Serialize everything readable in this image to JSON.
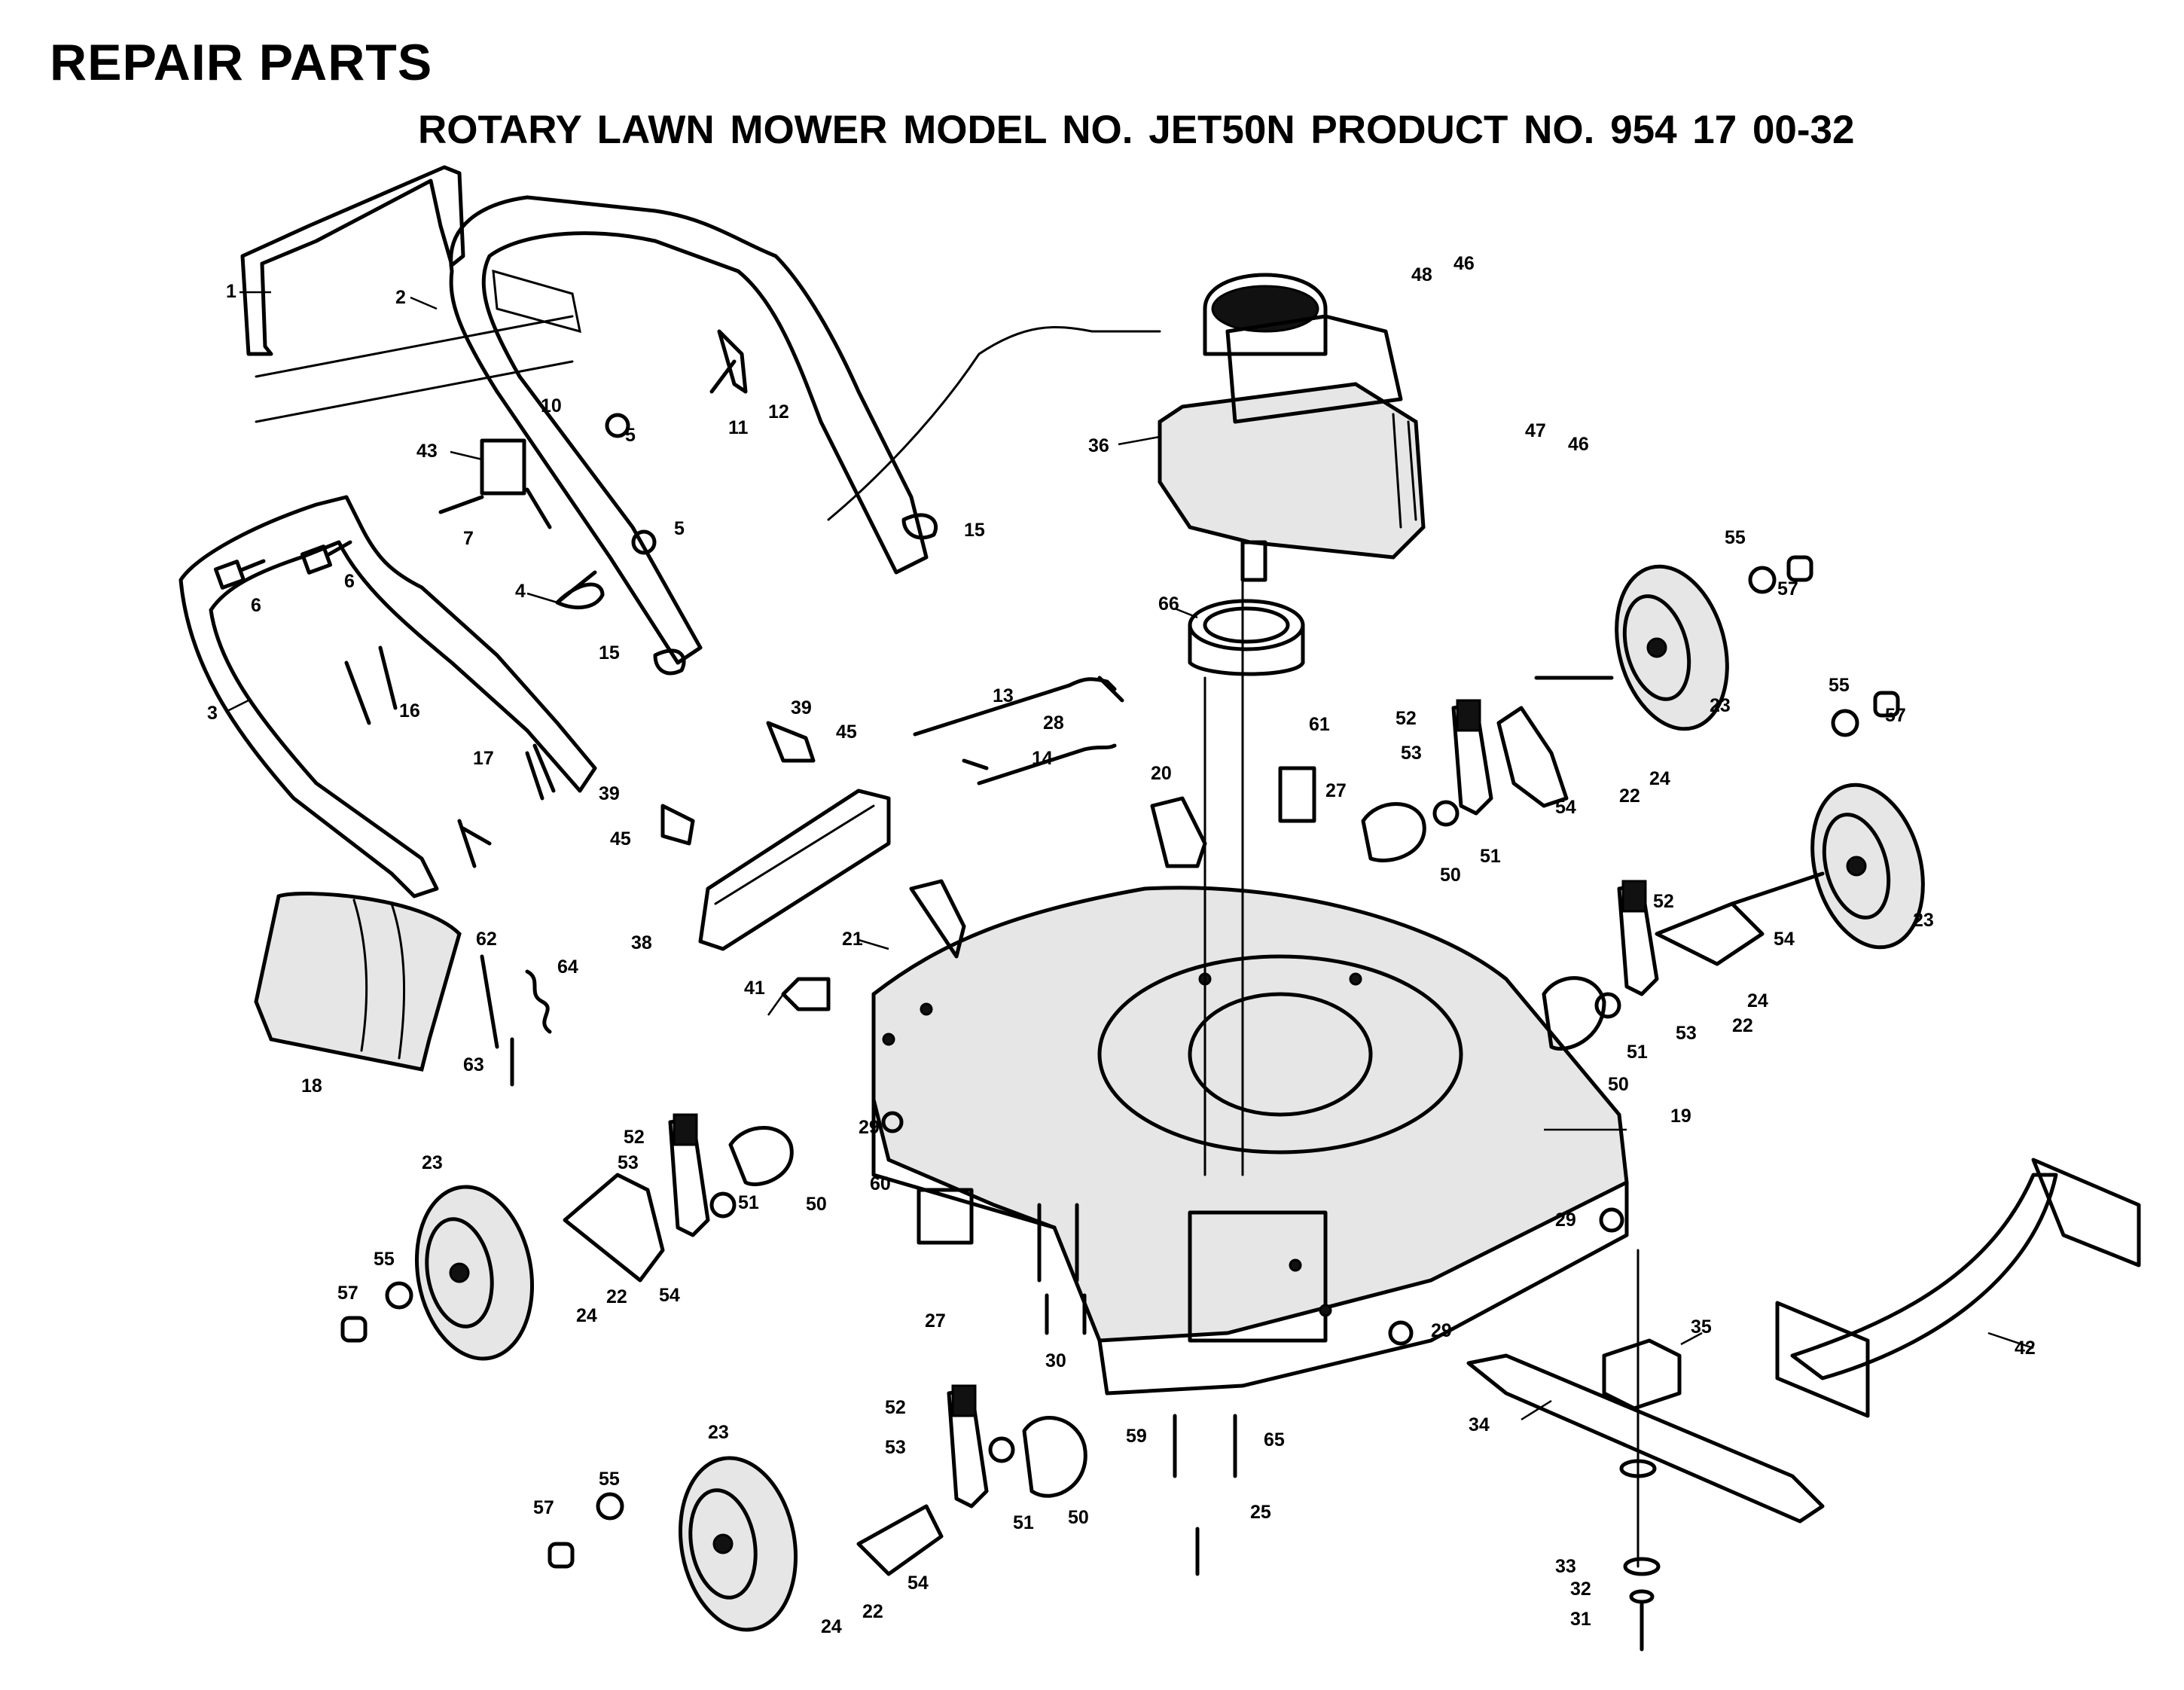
{
  "header": {
    "title": "REPAIR PARTS",
    "subtitle": "ROTARY LAWN MOWER MODEL NO. JET50N PRODUCT NO.  954 17 00-32"
  },
  "diagram": {
    "labels": [
      {
        "id": "1",
        "text": "1"
      },
      {
        "id": "2",
        "text": "2"
      },
      {
        "id": "3",
        "text": "3"
      },
      {
        "id": "4",
        "text": "4"
      },
      {
        "id": "5",
        "text": "5"
      },
      {
        "id": "6",
        "text": "6"
      },
      {
        "id": "7",
        "text": "7"
      },
      {
        "id": "10",
        "text": "10"
      },
      {
        "id": "11",
        "text": "11"
      },
      {
        "id": "12",
        "text": "12"
      },
      {
        "id": "13",
        "text": "13"
      },
      {
        "id": "14",
        "text": "14"
      },
      {
        "id": "15",
        "text": "15"
      },
      {
        "id": "16",
        "text": "16"
      },
      {
        "id": "17",
        "text": "17"
      },
      {
        "id": "18",
        "text": "18"
      },
      {
        "id": "19",
        "text": "19"
      },
      {
        "id": "20",
        "text": "20"
      },
      {
        "id": "21",
        "text": "21"
      },
      {
        "id": "22",
        "text": "22"
      },
      {
        "id": "23",
        "text": "23"
      },
      {
        "id": "24",
        "text": "24"
      },
      {
        "id": "25",
        "text": "25"
      },
      {
        "id": "27",
        "text": "27"
      },
      {
        "id": "28",
        "text": "28"
      },
      {
        "id": "29",
        "text": "29"
      },
      {
        "id": "30",
        "text": "30"
      },
      {
        "id": "31",
        "text": "31"
      },
      {
        "id": "32",
        "text": "32"
      },
      {
        "id": "33",
        "text": "33"
      },
      {
        "id": "34",
        "text": "34"
      },
      {
        "id": "35",
        "text": "35"
      },
      {
        "id": "36",
        "text": "36"
      },
      {
        "id": "38",
        "text": "38"
      },
      {
        "id": "39",
        "text": "39"
      },
      {
        "id": "41",
        "text": "41"
      },
      {
        "id": "42",
        "text": "42"
      },
      {
        "id": "43",
        "text": "43"
      },
      {
        "id": "45",
        "text": "45"
      },
      {
        "id": "46",
        "text": "46"
      },
      {
        "id": "47",
        "text": "47"
      },
      {
        "id": "48",
        "text": "48"
      },
      {
        "id": "50",
        "text": "50"
      },
      {
        "id": "51",
        "text": "51"
      },
      {
        "id": "52",
        "text": "52"
      },
      {
        "id": "53",
        "text": "53"
      },
      {
        "id": "54",
        "text": "54"
      },
      {
        "id": "55",
        "text": "55"
      },
      {
        "id": "57",
        "text": "57"
      },
      {
        "id": "59",
        "text": "59"
      },
      {
        "id": "60",
        "text": "60"
      },
      {
        "id": "61",
        "text": "61"
      },
      {
        "id": "62",
        "text": "62"
      },
      {
        "id": "63",
        "text": "63"
      },
      {
        "id": "64",
        "text": "64"
      },
      {
        "id": "65",
        "text": "65"
      },
      {
        "id": "66",
        "text": "66"
      }
    ]
  }
}
